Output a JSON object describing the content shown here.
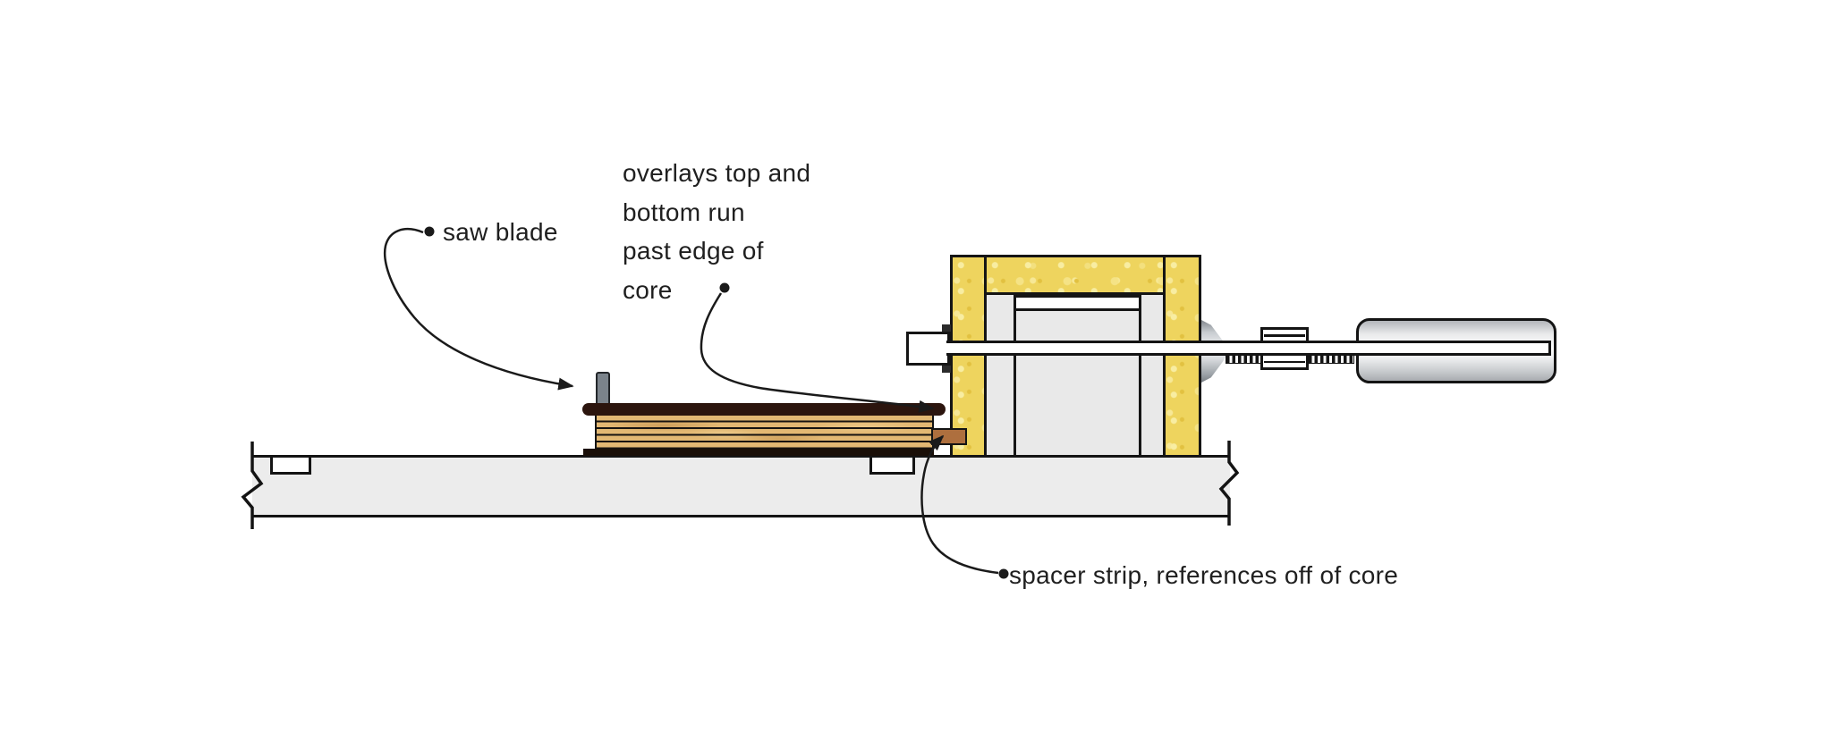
{
  "diagram": {
    "subject": "saw trimming overlays flush with core, edge-view shop diagram",
    "labels": {
      "saw_blade": "saw blade",
      "overlays_lines": [
        "overlays top and",
        "bottom run",
        "past edge of",
        "core"
      ],
      "spacer": "spacer strip, references off of core"
    },
    "colors": {
      "outline": "#141414",
      "table_fill": "#ececec",
      "panel_fill": "#e9e9e9",
      "particleboard_yellow": "#eed45e",
      "core_tan": "#e3b873",
      "overlay_dark_brown": "#2c150e",
      "spacer_brown": "#ae6f3e",
      "blade_gray": "#7b838b"
    }
  }
}
